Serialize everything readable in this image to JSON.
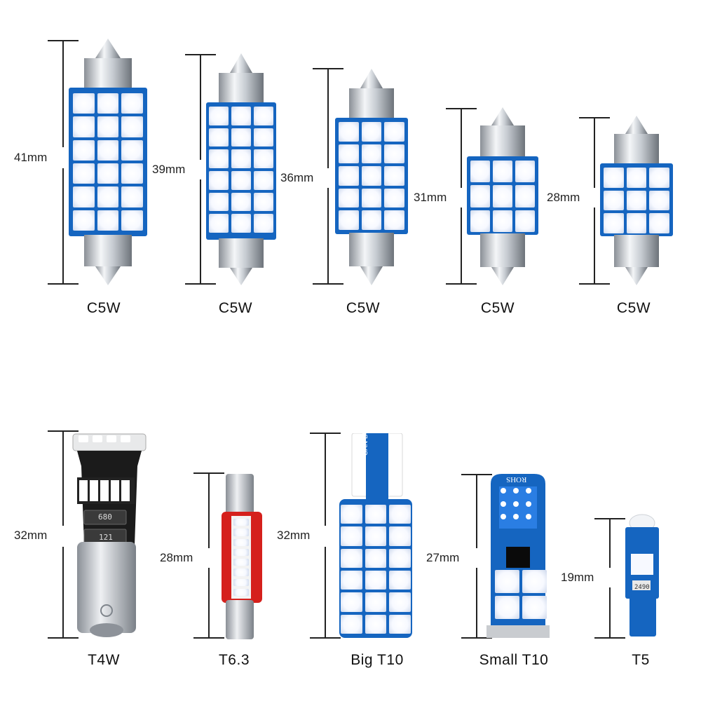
{
  "accent": "#1565c0",
  "led_color": "#f7f9ff",
  "red_body": "#d5201c",
  "top_row": [
    {
      "dimension": "41mm",
      "type": "C5W",
      "cols": 3,
      "rows": 6
    },
    {
      "dimension": "39mm",
      "type": "C5W",
      "cols": 3,
      "rows": 6
    },
    {
      "dimension": "36mm",
      "type": "C5W",
      "cols": 3,
      "rows": 5
    },
    {
      "dimension": "31mm",
      "type": "C5W",
      "cols": 3,
      "rows": 3
    },
    {
      "dimension": "28mm",
      "type": "C5W",
      "cols": 3,
      "rows": 3
    }
  ],
  "bottom_row": [
    {
      "dimension": "32mm",
      "type": "T4W",
      "chip_text_1": "680",
      "chip_text_2": "121"
    },
    {
      "dimension": "28mm",
      "type": "T6.3"
    },
    {
      "dimension": "32mm",
      "type": "Big T10",
      "board_text": "CAN BUS"
    },
    {
      "dimension": "27mm",
      "type": "Small T10",
      "board_text": "ROHS"
    },
    {
      "dimension": "19mm",
      "type": "T5",
      "chip_text": "2490"
    }
  ]
}
